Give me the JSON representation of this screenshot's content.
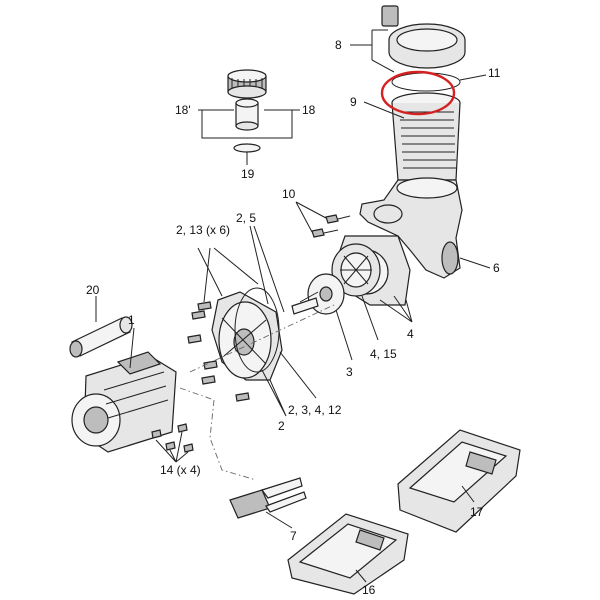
{
  "highlight": {
    "color": "#d62020",
    "target_label": "11"
  },
  "labels": {
    "l1": "1",
    "l2a": "2",
    "l2_3_4_12": "2, 3, 4, 12",
    "l2_5": "2, 5",
    "l2_13": "2, 13 (x 6)",
    "l3": "3",
    "l4": "4",
    "l4_15": "4, 15",
    "l6": "6",
    "l7": "7",
    "l8": "8",
    "l9": "9",
    "l10": "10",
    "l11": "11",
    "l14": "14 (x 4)",
    "l16": "16",
    "l17": "17",
    "l18": "18",
    "l18p": "18'",
    "l19": "19",
    "l20": "20"
  },
  "parts": [
    {
      "id": "motor",
      "icon": "motor"
    },
    {
      "id": "seal-plate",
      "icon": "seal-plate"
    },
    {
      "id": "impeller",
      "icon": "impeller"
    },
    {
      "id": "diffuser",
      "icon": "diffuser"
    },
    {
      "id": "pump-housing",
      "icon": "pump-housing"
    },
    {
      "id": "clip",
      "icon": "clip"
    },
    {
      "id": "strainer-lid",
      "icon": "lid"
    },
    {
      "id": "strainer-basket",
      "icon": "basket"
    },
    {
      "id": "lid-o-ring",
      "icon": "o-ring"
    },
    {
      "id": "union",
      "icon": "union"
    },
    {
      "id": "union-o-ring",
      "icon": "o-ring"
    },
    {
      "id": "capacitor",
      "icon": "capacitor"
    },
    {
      "id": "base-16",
      "icon": "base"
    },
    {
      "id": "base-17",
      "icon": "base"
    }
  ]
}
